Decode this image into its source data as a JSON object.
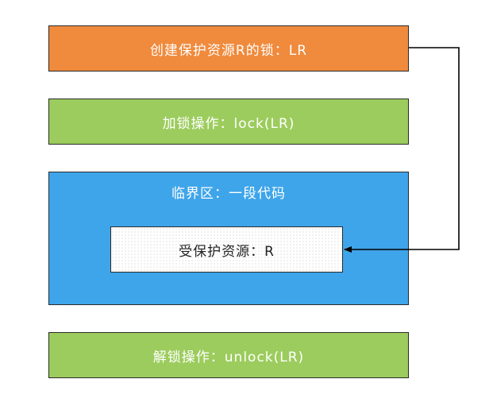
{
  "colors": {
    "create_fill": "#f08a3c",
    "lock_fill": "#9ccc5d",
    "critical_fill": "#3ea5ea",
    "unlock_fill": "#9ccc5d",
    "border": "#2b2b2b",
    "arrow": "#000000"
  },
  "nodes": {
    "create_lock": "创建保护资源R的锁：LR",
    "lock_op": "加锁操作：lock(LR)",
    "critical_section": "临界区：一段代码",
    "protected_resource": "受保护资源：R",
    "unlock_op": "解锁操作：unlock(LR)"
  },
  "edges": [
    {
      "from": "create_lock",
      "to": "protected_resource",
      "style": "arrow"
    }
  ]
}
